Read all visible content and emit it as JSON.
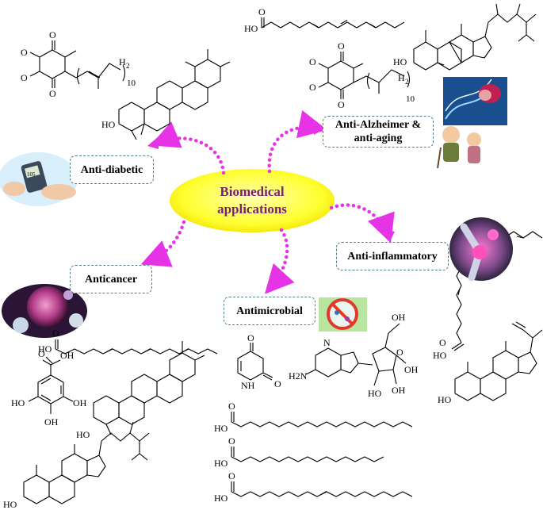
{
  "center": {
    "line1": "Biomedical",
    "line2": "applications"
  },
  "categories": {
    "anti_diabetic": "Anti-diabetic",
    "anti_alzheimer_line1": "Anti-Alzheimer &",
    "anti_alzheimer_line2": "anti-aging",
    "anti_inflammatory": "Anti-inflammatory",
    "anticancer": "Anticancer",
    "antimicrobial": "Antimicrobial"
  },
  "atom_labels": {
    "oxygen": "O",
    "hydroxyl": "HO",
    "hydroxyl_right": "OH",
    "methylene": "H",
    "methylene_sub": "2",
    "repeat_count": "10",
    "amine": "H2N",
    "nitrogen": "N",
    "nitrogen_h": "NH",
    "glucometer_reading": "105"
  },
  "colors": {
    "arrow": "#e633e6",
    "ellipse": "#ffff22",
    "center_text": "#7a1f78",
    "box_border": "#4f7f87"
  },
  "icons": [
    "glucometer-photo",
    "brain-dna-elderly-photo",
    "knee-joint-photo",
    "cancer-cell-photo",
    "no-microbes-sign"
  ]
}
